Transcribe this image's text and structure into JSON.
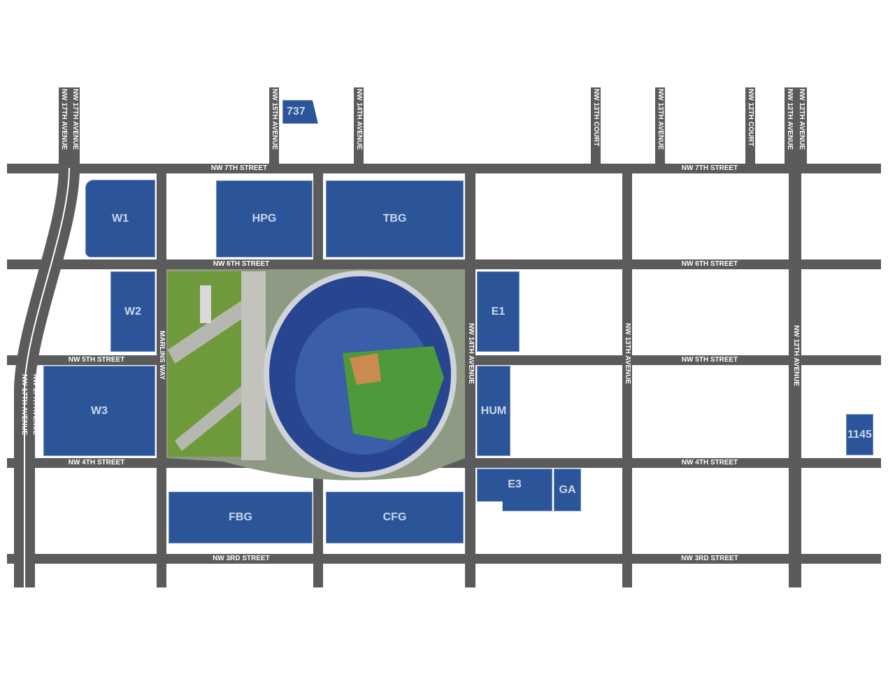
{
  "streets": {
    "nw7": "NW 7TH STREET",
    "nw6": "NW 6TH STREET",
    "nw5": "NW 5TH STREET",
    "nw4": "NW 4TH STREET",
    "nw3": "NW 3RD STREET",
    "nw17ave": "NW 17TH AVENUE",
    "nw15ave": "NW 15TH AVENUE",
    "nw14ave": "NW 14TH AVENUE",
    "nw13ct": "NW 13TH COURT",
    "nw13ave": "NW 13TH AVENUE",
    "nw12ct": "NW 12TH COURT",
    "nw12ave": "NW 12TH AVENUE",
    "marlins": "MARLINS WAY"
  },
  "lots": {
    "w1": "W1",
    "w2": "W2",
    "w3": "W3",
    "hpg": "HPG",
    "tbg": "TBG",
    "e1": "E1",
    "hum": "HUM",
    "e3": "E3",
    "ga": "GA",
    "fbg": "FBG",
    "cfg": "CFG",
    "p737": "737",
    "p1145": "1145"
  },
  "colors": {
    "lot": "#2c5599",
    "road": "#5b5b5b",
    "grass": "#6e9a3c",
    "seats": "#27468f"
  }
}
